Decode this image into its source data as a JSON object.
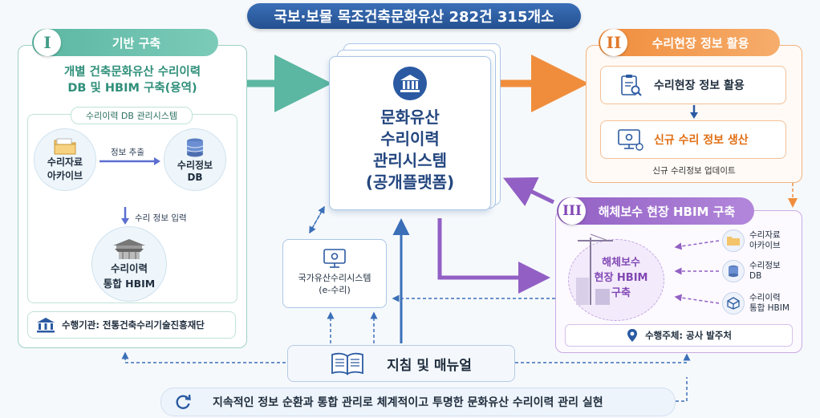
{
  "title": "국보·보물 목조건축문화유산 282건 315개소",
  "center": {
    "title_lines": [
      "문화유산",
      "수리이력",
      "관리시스템",
      "(공개플랫폼)"
    ],
    "icon": "museum-icon"
  },
  "section1": {
    "roman": "I",
    "label": "기반 구축",
    "heading_lines": [
      "개별 건축문화유산 수리이력",
      "DB 및 HBIM 구축(용역)"
    ],
    "subsystem_label": "수리이력 DB 관리시스템",
    "archive": {
      "label_lines": [
        "수리자료",
        "아카이브"
      ],
      "icon": "folder-icon"
    },
    "extract_label": "정보 추출",
    "db": {
      "label_lines": [
        "수리정보",
        "DB"
      ],
      "icon": "database-icon"
    },
    "input_label": "수리 정보 입력",
    "hbim": {
      "label_lines": [
        "수리이력",
        "통합 HBIM"
      ],
      "icon": "temple-icon"
    },
    "agency": "수행기관: 전통건축수리기술진흥재단"
  },
  "section2": {
    "roman": "II",
    "label": "수리현장 정보 활용",
    "box1": "수리현장 정보 활용",
    "box2": "신규 수리 정보 생산",
    "note": "신규 수리정보 업데이트"
  },
  "section3": {
    "roman": "III",
    "label": "해체보수 현장 HBIM 구축",
    "title_lines": [
      "해체보수",
      "현장 HBIM",
      "구축"
    ],
    "items": [
      {
        "label_lines": [
          "수리자료",
          "아카이브"
        ],
        "icon": "folder-icon"
      },
      {
        "label_lines": [
          "수리정보",
          "DB"
        ],
        "icon": "database-icon"
      },
      {
        "label_lines": [
          "수리이력",
          "통합 HBIM"
        ],
        "icon": "cube-icon"
      }
    ],
    "executor": "수행주체: 공사 발주처"
  },
  "esu": {
    "label_lines": [
      "국가유산수리시스템",
      "(e-수리)"
    ],
    "icon": "monitor-icon"
  },
  "manual": {
    "label": "지침 및 매뉴얼",
    "icon": "book-icon"
  },
  "footer": {
    "text": "지속적인 정보 순환과 통합 관리로 체계적이고 투명한 문화유산 수리이력 관리 실현",
    "icon": "refresh-icon"
  },
  "colors": {
    "teal": "#5bb7a2",
    "orange": "#f08d3c",
    "purple": "#9260c4",
    "blue": "#2b5aa2"
  }
}
